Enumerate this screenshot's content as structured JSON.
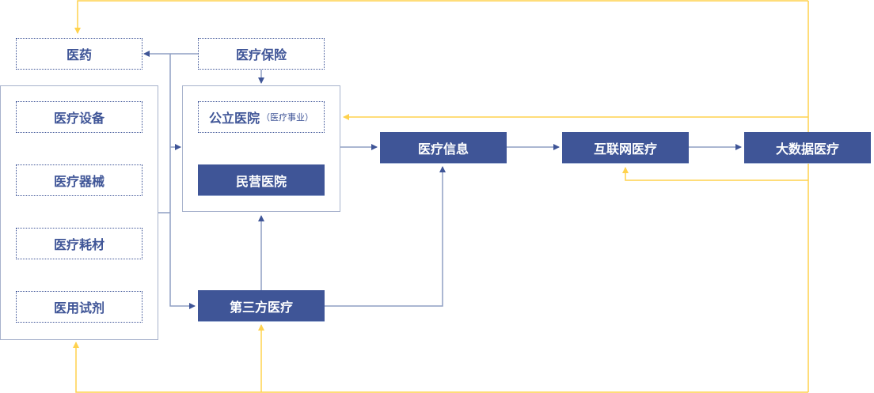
{
  "colors": {
    "primary": "#3f5597",
    "connector_blue": "#8f9fc3",
    "feedback_yellow": "#ffd24d",
    "group_border": "#a7b2cc"
  },
  "nodes": {
    "medicine": "医药",
    "medical_insurance": "医疗保险",
    "medical_equipment": "医疗设备",
    "medical_instruments": "医疗器械",
    "medical_consumables": "医疗耗材",
    "medical_reagents": "医用试剂",
    "public_hospital": "公立医院",
    "public_hospital_note": "（医疗事业）",
    "private_hospital": "民营医院",
    "third_party_medical": "第三方医疗",
    "medical_information": "医疗信息",
    "internet_medical": "互联网医疗",
    "big_data_medical": "大数据医疗"
  }
}
